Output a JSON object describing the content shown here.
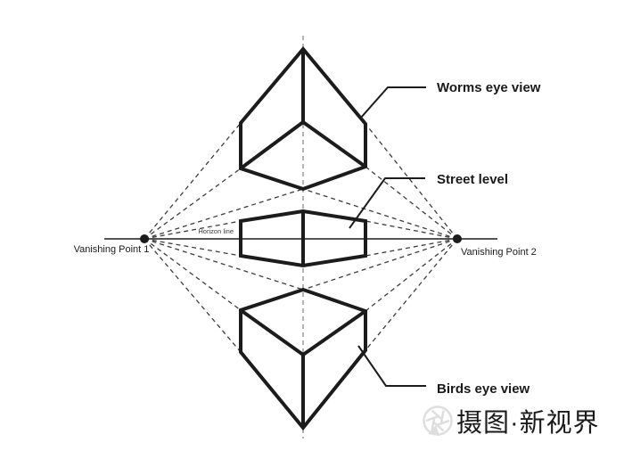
{
  "diagram": {
    "annotations": {
      "worms": "Worms eye view",
      "street": "Street level",
      "birds": "Birds eye view"
    },
    "horizon": {
      "label": "Horizon line",
      "vp1": "Vanishing Point 1",
      "vp2": "Vanishing Point 2"
    },
    "colors": {
      "background": "#ffffff",
      "solid_line": "#1c1c1c",
      "construction_dash": "#3d3d3d",
      "center_axis_dash": "#949494",
      "text": "#1a1a1a",
      "watermark": "#dedede"
    }
  },
  "watermark": {
    "text": "摄图·新视界",
    "logo": "aperture-icon"
  }
}
